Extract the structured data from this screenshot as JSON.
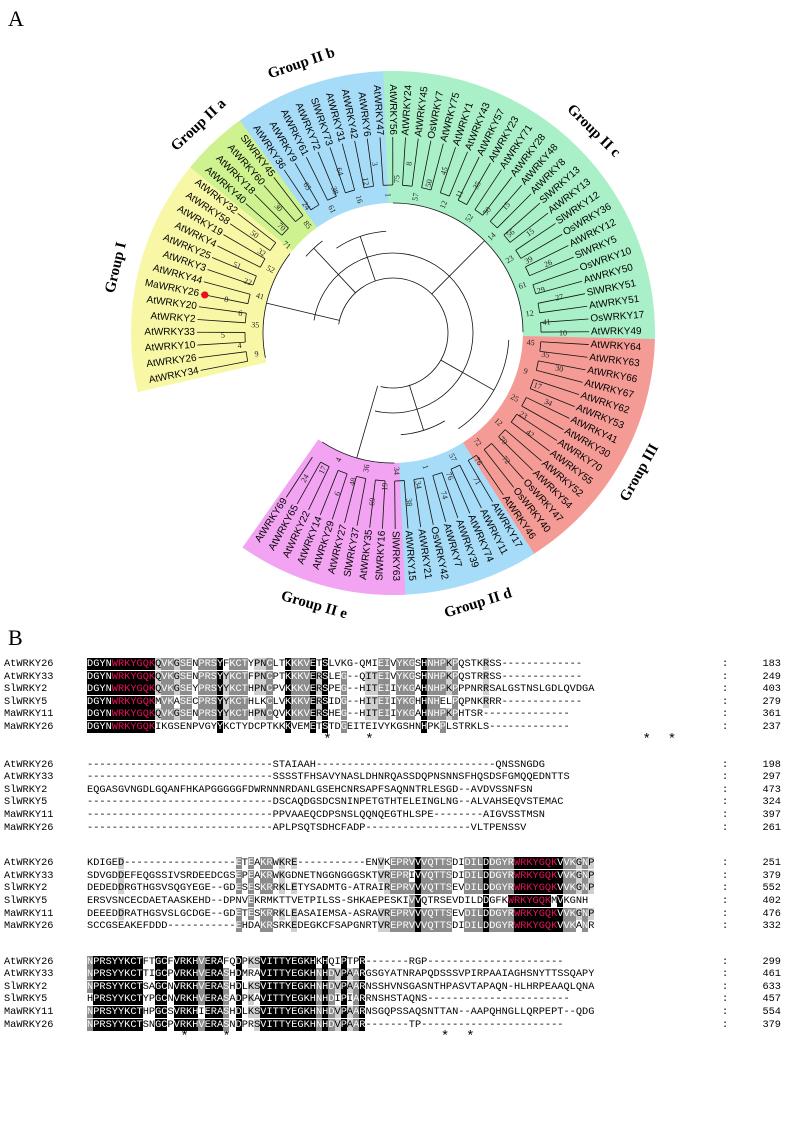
{
  "figure": {
    "panel_a_label": "A",
    "panel_b_label": "B"
  },
  "tree": {
    "groups": [
      {
        "id": "I",
        "label": "Group I",
        "color": "#f7f7a6"
      },
      {
        "id": "IIa",
        "label": "Group II a",
        "color": "#cdf28f"
      },
      {
        "id": "IIb",
        "label": "Group II b",
        "color": "#a6dcf7"
      },
      {
        "id": "IIc",
        "label": "Group II c",
        "color": "#a9f0c8"
      },
      {
        "id": "III",
        "label": "Group III",
        "color": "#f59b96"
      },
      {
        "id": "IId",
        "label": "Group II d",
        "color": "#a6dcf7"
      },
      {
        "id": "IIe",
        "label": "Group II e",
        "color": "#f2a3f2"
      }
    ],
    "highlight_taxon": "MaWRKY26",
    "highlight_color": "#e8101c",
    "leaves": [
      {
        "name": "AtWRKY34",
        "group": "I"
      },
      {
        "name": "AtWRKY26",
        "group": "I"
      },
      {
        "name": "AtWRKY10",
        "group": "I"
      },
      {
        "name": "AtWRKY33",
        "group": "I"
      },
      {
        "name": "AtWRKY2",
        "group": "I"
      },
      {
        "name": "AtWRKY20",
        "group": "I"
      },
      {
        "name": "MaWRKY26",
        "group": "I"
      },
      {
        "name": "AtWRKY44",
        "group": "I"
      },
      {
        "name": "AtWRKY3",
        "group": "I"
      },
      {
        "name": "AtWRKY25",
        "group": "I"
      },
      {
        "name": "AtWRKY4",
        "group": "I"
      },
      {
        "name": "AtWRKY19",
        "group": "I"
      },
      {
        "name": "AtWRKY58",
        "group": "I"
      },
      {
        "name": "AtWRKY32",
        "group": "I"
      },
      {
        "name": "AtWRKY40",
        "group": "IIa"
      },
      {
        "name": "AtWRKY18",
        "group": "IIa"
      },
      {
        "name": "AtWRKY60",
        "group": "IIa"
      },
      {
        "name": "SlWRKY45",
        "group": "IIa"
      },
      {
        "name": "AtWRKY36",
        "group": "IIb"
      },
      {
        "name": "AtWRKY9",
        "group": "IIb"
      },
      {
        "name": "AtWRKY61",
        "group": "IIb"
      },
      {
        "name": "AtWRKY72",
        "group": "IIb"
      },
      {
        "name": "SlWRKY73",
        "group": "IIb"
      },
      {
        "name": "AtWRKY31",
        "group": "IIb"
      },
      {
        "name": "AtWRKY42",
        "group": "IIb"
      },
      {
        "name": "AtWRKY6",
        "group": "IIb"
      },
      {
        "name": "AtWRKY47",
        "group": "IIb"
      },
      {
        "name": "AtWRKY56",
        "group": "IIc"
      },
      {
        "name": "AtWRKY24",
        "group": "IIc"
      },
      {
        "name": "AtWRKY45",
        "group": "IIc"
      },
      {
        "name": "OsWRKY7",
        "group": "IIc"
      },
      {
        "name": "AtWRKY75",
        "group": "IIc"
      },
      {
        "name": "AtWRKY1",
        "group": "IIc"
      },
      {
        "name": "AtWRKY43",
        "group": "IIc"
      },
      {
        "name": "AtWRKY57",
        "group": "IIc"
      },
      {
        "name": "AtWRKY23",
        "group": "IIc"
      },
      {
        "name": "AtWRKY71",
        "group": "IIc"
      },
      {
        "name": "AtWRKY28",
        "group": "IIc"
      },
      {
        "name": "AtWRKY48",
        "group": "IIc"
      },
      {
        "name": "AtWRKY8",
        "group": "IIc"
      },
      {
        "name": "SlWRKY13",
        "group": "IIc"
      },
      {
        "name": "AtWRKY13",
        "group": "IIc"
      },
      {
        "name": "SlWRKY12",
        "group": "IIc"
      },
      {
        "name": "OsWRKY36",
        "group": "IIc"
      },
      {
        "name": "AtWRKY12",
        "group": "IIc"
      },
      {
        "name": "SlWRKY5",
        "group": "IIc"
      },
      {
        "name": "OsWRKY10",
        "group": "IIc"
      },
      {
        "name": "AtWRKY50",
        "group": "IIc"
      },
      {
        "name": "SlWRKY51",
        "group": "IIc"
      },
      {
        "name": "AtWRKY51",
        "group": "IIc"
      },
      {
        "name": "OsWRKY17",
        "group": "IIc"
      },
      {
        "name": "AtWRKY49",
        "group": "IIc"
      },
      {
        "name": "AtWRKY64",
        "group": "III"
      },
      {
        "name": "AtWRKY63",
        "group": "III"
      },
      {
        "name": "AtWRKY66",
        "group": "III"
      },
      {
        "name": "AtWRKY67",
        "group": "III"
      },
      {
        "name": "AtWRKY62",
        "group": "III"
      },
      {
        "name": "AtWRKY53",
        "group": "III"
      },
      {
        "name": "AtWRKY41",
        "group": "III"
      },
      {
        "name": "AtWRKY30",
        "group": "III"
      },
      {
        "name": "AtWRKY70",
        "group": "III"
      },
      {
        "name": "AtWRKY55",
        "group": "III"
      },
      {
        "name": "AtWRKY52",
        "group": "III"
      },
      {
        "name": "AtWRKY54",
        "group": "III"
      },
      {
        "name": "OsWRKY47",
        "group": "III"
      },
      {
        "name": "OsWRKY40",
        "group": "III"
      },
      {
        "name": "AtWRKY46",
        "group": "III"
      },
      {
        "name": "AtWRKY17",
        "group": "IId"
      },
      {
        "name": "AtWRKY11",
        "group": "IId"
      },
      {
        "name": "AtWRKY74",
        "group": "IId"
      },
      {
        "name": "AtWRKY39",
        "group": "IId"
      },
      {
        "name": "AtWRKY7",
        "group": "IId"
      },
      {
        "name": "OsWRKY42",
        "group": "IId"
      },
      {
        "name": "AtWRKY21",
        "group": "IId"
      },
      {
        "name": "AtWRKY15",
        "group": "IId"
      },
      {
        "name": "SlWRKY63",
        "group": "IIe"
      },
      {
        "name": "SlWRKY16",
        "group": "IIe"
      },
      {
        "name": "AtWRKY35",
        "group": "IIe"
      },
      {
        "name": "SlWRKY37",
        "group": "IIe"
      },
      {
        "name": "AtWRKY27",
        "group": "IIe"
      },
      {
        "name": "AtWRKY29",
        "group": "IIe"
      },
      {
        "name": "AtWRKY14",
        "group": "IIe"
      },
      {
        "name": "AtWRKY22",
        "group": "IIe"
      },
      {
        "name": "AtWRKY65",
        "group": "IIe"
      },
      {
        "name": "AtWRKY69",
        "group": "IIe"
      }
    ],
    "bootstrap_values": [
      "9",
      "4",
      "5",
      "35",
      "6",
      "8",
      "41",
      "22",
      "51",
      "52",
      "32",
      "50",
      "71",
      "70",
      "30",
      "85",
      "24",
      "65",
      "61",
      "38",
      "64",
      "16",
      "12",
      "3",
      "1",
      "75",
      "8",
      "57",
      "50",
      "45",
      "12",
      "11",
      "35",
      "52",
      "50",
      "15",
      "14",
      "56",
      "15",
      "23",
      "39",
      "26",
      "61",
      "29",
      "27",
      "12",
      "41",
      "10",
      "45",
      "35",
      "30",
      "9",
      "17",
      "34",
      "25",
      "23",
      "42",
      "12",
      "70",
      "72",
      "72",
      "76",
      "71",
      "57",
      "76",
      "74",
      "1",
      "34",
      "38",
      "34",
      "19",
      "69",
      "36",
      "48",
      "6",
      "4",
      "17",
      "24"
    ]
  },
  "alignment": {
    "blocks": [
      {
        "rows": [
          {
            "name": "AtWRKY26",
            "seq": "DGYNWRKYGQKQVKGSENPRSYFKCTYPNCLTKKKVETSLVKG-QMIEIVYKGSHNHPKPQSTKRSS-------------",
            "end": "183"
          },
          {
            "name": "AtWRKY33",
            "seq": "DGYNWRKYGQKQVKGSENPRSYYKCTFPNCPTKKKVERSLEG--QITEIVYKGSHNHPKPQSTRRSS-------------",
            "end": "249"
          },
          {
            "name": "SlWRKY2",
            "seq": "DGYNWRKYGQKQVKGSEYPRSYYKCTHPNCPVKKKVERSPEG--HITEIIYKGAHNHPKPPPNRRSALGSTNSLGDLQVDGA",
            "end": "403"
          },
          {
            "name": "SlWRKY5",
            "seq": "DGYNWRKYGQKMVKASECPRSYYKCTHLKCLVKKKVERSIDG--HITEIIYKGHHNHELPQPNKRRR-------------",
            "end": "279"
          },
          {
            "name": "MaWRKY11",
            "seq": "DGYNWRKYGQKQVKGSENPRSYYKCTHPNCQVKKKVERSHEG--HITEIIYKGAHNHPKPHTSR--------------",
            "end": "361"
          },
          {
            "name": "MaWRKY26",
            "seq": "DGYNWRKYGQKIKGSENPVGYYKCTYDCPTKKKVEMETSTDGEITEIVYKGSHNHPKPLSTRKLS-------------",
            "end": "237"
          }
        ],
        "stars": "                         *    *                                *  *                "
      },
      {
        "rows": [
          {
            "name": "AtWRKY26",
            "seq": "------------------------------STAIAAH-----------------------------QNSSNGDG",
            "end": "198"
          },
          {
            "name": "AtWRKY33",
            "seq": "------------------------------SSSSTFHSAVYNASLDHNRQASSDQPNSNNSFHQSDSFGMQQEDNTTS",
            "end": "297"
          },
          {
            "name": "SlWRKY2",
            "seq": "EQGASGVNGDLGQANFHKAPGGGGGFDWRNNNRDANLGSEHCNRSAPFSAQNNTRLESGD--AVDVSSNFSN",
            "end": "473"
          },
          {
            "name": "SlWRKY5",
            "seq": "------------------------------DSCAQDGSDCSNINPETGTHTELEINGLNG--ALVAHSEQVSTEMAC",
            "end": "324"
          },
          {
            "name": "MaWRKY11",
            "seq": "------------------------------PPVAAEQCDPSNSLQQNQEGTHLSPE--------AIGVSSTMSN",
            "end": "397"
          },
          {
            "name": "MaWRKY26",
            "seq": "------------------------------APLPSQTSDHCFADP-----------------VLTPENSSV",
            "end": "261"
          }
        ],
        "stars": ""
      },
      {
        "rows": [
          {
            "name": "AtWRKY26",
            "seq": "KDIGED------------------ETEAKRWKRE-----------ENVKEPRVVVQTTSDIDILDDGYRWRKYGQKVVKGNP",
            "end": "251"
          },
          {
            "name": "AtWRKY33",
            "seq": "SDVGDDEFEQGSSIVSRDEEDCGSEPEAKRWKGDNETNGGNGGGSKTVREPRIVVQTTSDIDILDDGYRWRKYGQKVVKGNP",
            "end": "379"
          },
          {
            "name": "SlWRKY2",
            "seq": "DEDEDDRGTHGSVSQGYEGE--GDESESKRRKLETYSADMTG-ATRAIREPRVVVQTTSEVDILDDGYRWRKYGQKVVKGNP",
            "end": "552"
          },
          {
            "name": "SlWRKY5",
            "seq": "ERSVSNCECDAETAASKEHD--DPNVEKRMKTTVETPILSS-SHKAEPESKIVVQTRSEVDILDDGFKWRKYGQKMVKGNH",
            "end": "402"
          },
          {
            "name": "MaWRKY11",
            "seq": "DEEEDDRATHGSVSLGCDGE--GDETESKRRKLEASAIEMSA-ASRAVREPRVVVQTTSEVDILDDGYRWRKYGQKVVKGNP",
            "end": "476"
          },
          {
            "name": "MaWRKY26",
            "seq": "SCCGSEAKEFDDD-----------EHDAKRSRKEDEGKCFSAPGNRTVREPRVVVQTTSDIDILDDGYRWRKYGQKVVKANR",
            "end": "332"
          }
        ],
        "stars": ""
      },
      {
        "rows": [
          {
            "name": "AtWRKY26",
            "seq": "NPRSYYKCTFTGCFVRKHVERAFQDPKSVITTYEGKHKHQIPTPR-------RGP----------------------",
            "end": "299"
          },
          {
            "name": "AtWRKY33",
            "seq": "NPRSYYKCTTIGCPVRKHVERASHDMRAVITTYEGKHNHDVPAARGSGYATNRAPQDSSSVPIRPAAIAGHSNYTTSSQAPY",
            "end": "461"
          },
          {
            "name": "SlWRKY2",
            "seq": "NPRSYYKCTSAGCNVRKHVERASHDLKSVITTYEGKHNHDVPAARNSSHVNSGASNTHPASVTAPAQN-HLHRPEAAQLQNA",
            "end": "633"
          },
          {
            "name": "SlWRKY5",
            "seq": "HPRSYYKCTYPGCNVRKHVERASADPKAVITTYEGKHNHDIPIARRNSHSTAQNS-----------------------",
            "end": "457"
          },
          {
            "name": "MaWRKY11",
            "seq": "NPRSYYKCTHPGCSVRKHIERASHDLKSVITTYEGKHNHDVPAARNSGQPSSAQSNTTAN--AAPQHNGLLQRPEPT--QDG",
            "end": "554"
          },
          {
            "name": "MaWRKY26",
            "seq": "NPRSYYKCTSNGCPVRKHVERASNDPRSVITTYEGKHNHDVPAAR-------TP-----------------------",
            "end": "379"
          }
        ],
        "stars": "        *    *                         *  *                                     "
      }
    ]
  }
}
